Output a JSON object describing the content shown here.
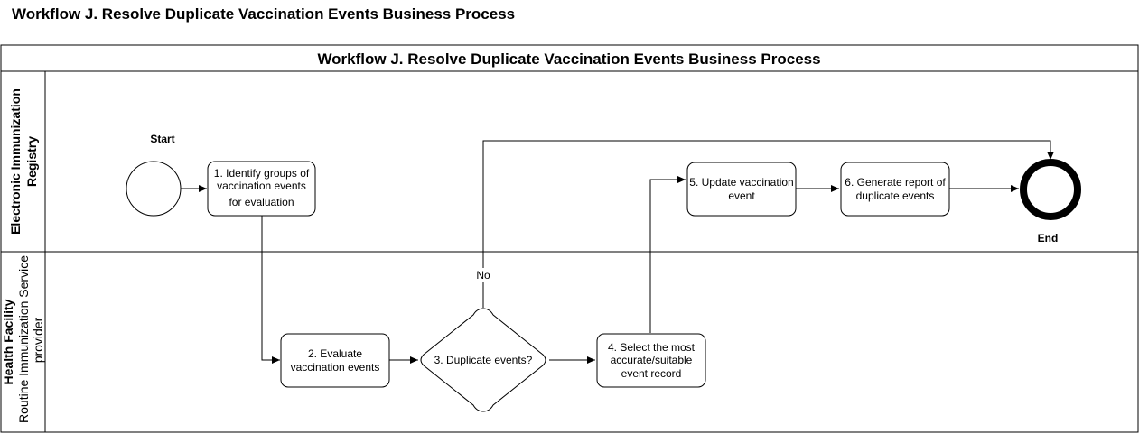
{
  "page_title": "Workflow  J. Resolve Duplicate Vaccination Events Business Process",
  "pool": {
    "title": "Workflow  J. Resolve Duplicate Vaccination Events Business Process"
  },
  "lanes": [
    {
      "label_lines": [
        "Electronic Immunization",
        "Registry"
      ]
    },
    {
      "label_lines": [
        "Health Facility",
        "Routine Immunization Service",
        "provider"
      ]
    }
  ],
  "nodes": {
    "start": {
      "label": "Start"
    },
    "end": {
      "label": "End"
    },
    "step1": {
      "lines": [
        "1. Identify groups of",
        "vaccination events",
        "for evaluation"
      ]
    },
    "step2": {
      "lines": [
        "2. Evaluate",
        "vaccination events"
      ]
    },
    "step3": {
      "lines": [
        "3. Duplicate events?"
      ]
    },
    "step4": {
      "lines": [
        "4. Select the most",
        "accurate/suitable",
        "event record"
      ]
    },
    "step5": {
      "lines": [
        "5. Update vaccination",
        "event"
      ]
    },
    "step6": {
      "lines": [
        "6. Generate report of",
        "duplicate events"
      ]
    }
  },
  "edges": {
    "no_label": "No"
  }
}
